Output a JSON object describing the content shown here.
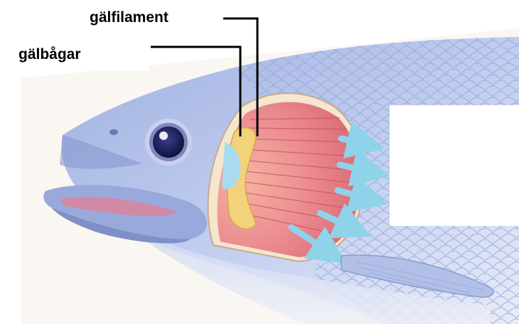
{
  "labels": {
    "gill_filaments": "gälfilament",
    "gill_arches": "gälbågar"
  },
  "colors": {
    "fish_body": "#b8c6ea",
    "fish_shadow": "#8a9bd0",
    "gill_filaments": "#e9828f",
    "gill_arch": "#f2d27a",
    "water_flow_arrows": "#8fd3ea",
    "leader_lines": "#000000"
  },
  "icons": [
    "water-flow-arrow"
  ]
}
